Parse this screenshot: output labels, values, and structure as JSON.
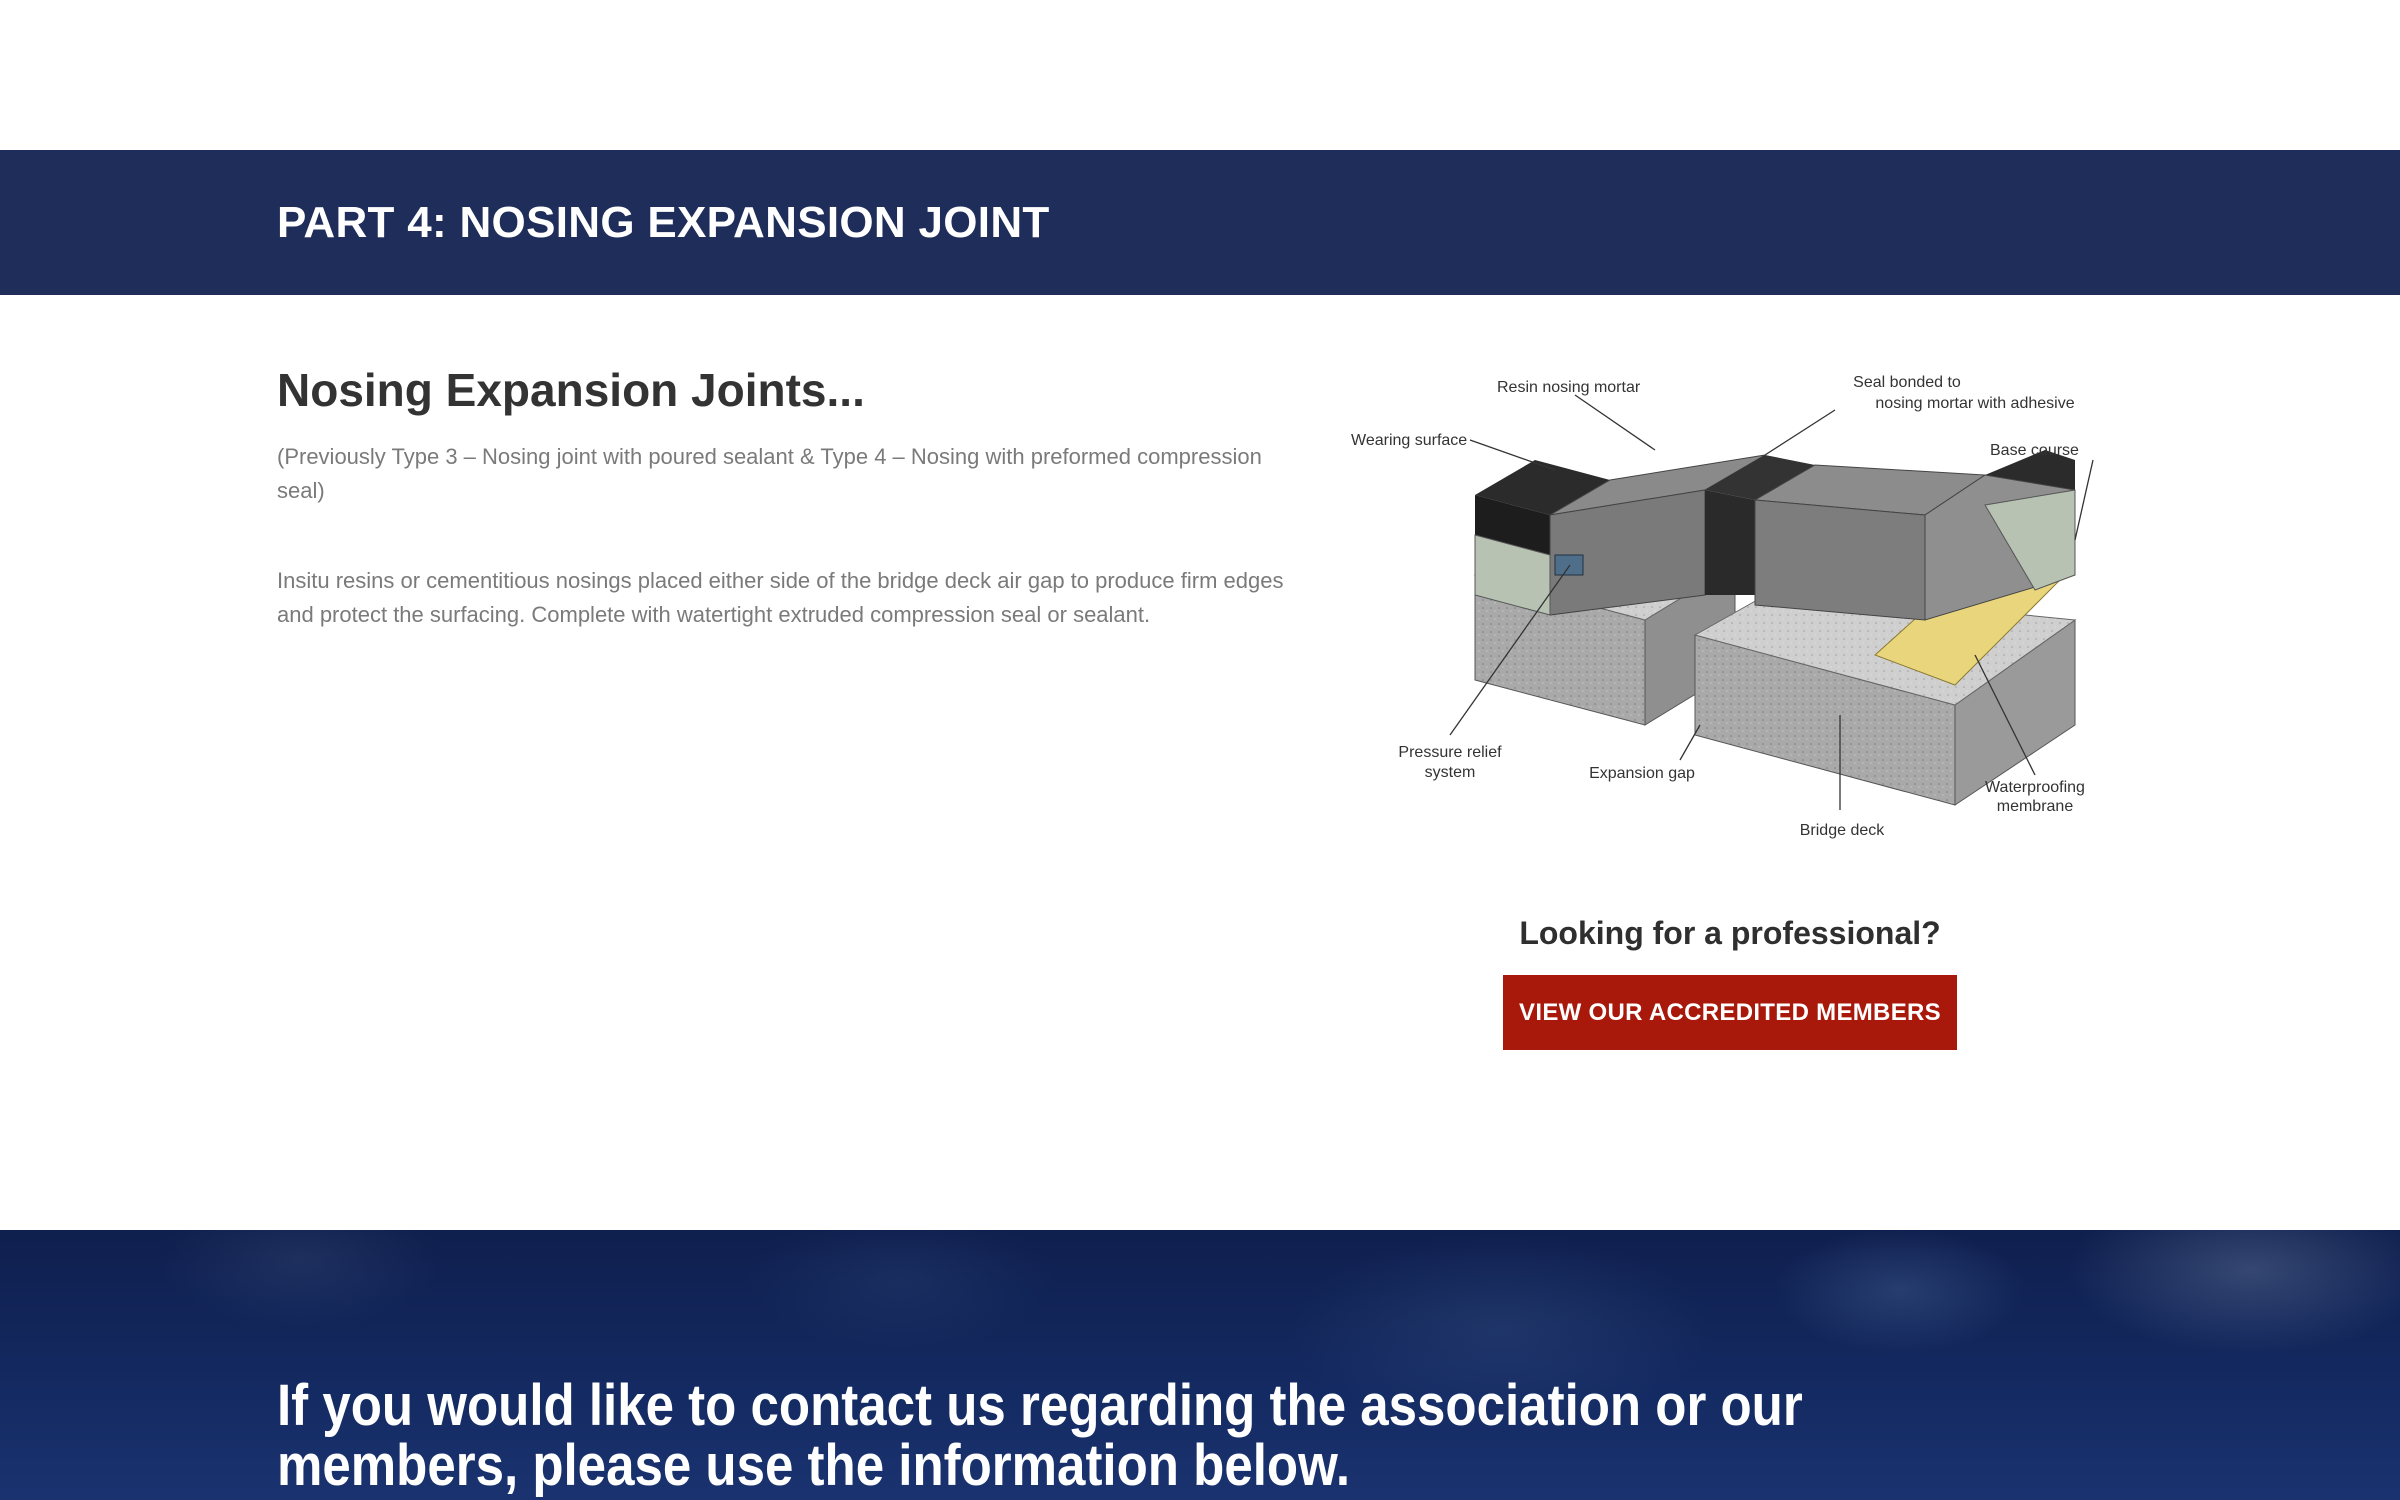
{
  "banner": {
    "title": "PART 4: NOSING EXPANSION JOINT"
  },
  "section": {
    "heading": "Nosing Expansion Joints...",
    "subtitle": "(Previously Type 3 – Nosing joint with poured sealant & Type 4 – Nosing with preformed compression seal)",
    "body": "Insitu resins or cementitious nosings placed either side of the bridge deck air gap to produce firm edges and protect the surfacing. Complete with watertight extruded compression seal or sealant."
  },
  "diagram": {
    "labels": {
      "resin_nosing_mortar": "Resin nosing mortar",
      "seal_bonded_1": "Seal bonded to",
      "seal_bonded_2": "nosing mortar with adhesive",
      "wearing_surface": "Wearing surface",
      "base_course": "Base course",
      "pressure_relief_1": "Pressure relief",
      "pressure_relief_2": "system",
      "expansion_gap": "Expansion gap",
      "waterproofing_1": "Waterproofing",
      "waterproofing_2": "membrane",
      "bridge_deck": "Bridge deck"
    }
  },
  "cta": {
    "title": "Looking for a professional?",
    "button_label": "VIEW OUR ACCREDITED MEMBERS"
  },
  "contact": {
    "heading": "If you would like to contact us regarding the association or our members, please use the information below."
  },
  "colors": {
    "banner_bg": "#1e2d59",
    "button_bg": "#a8180b",
    "contact_bg": "#142a62"
  }
}
